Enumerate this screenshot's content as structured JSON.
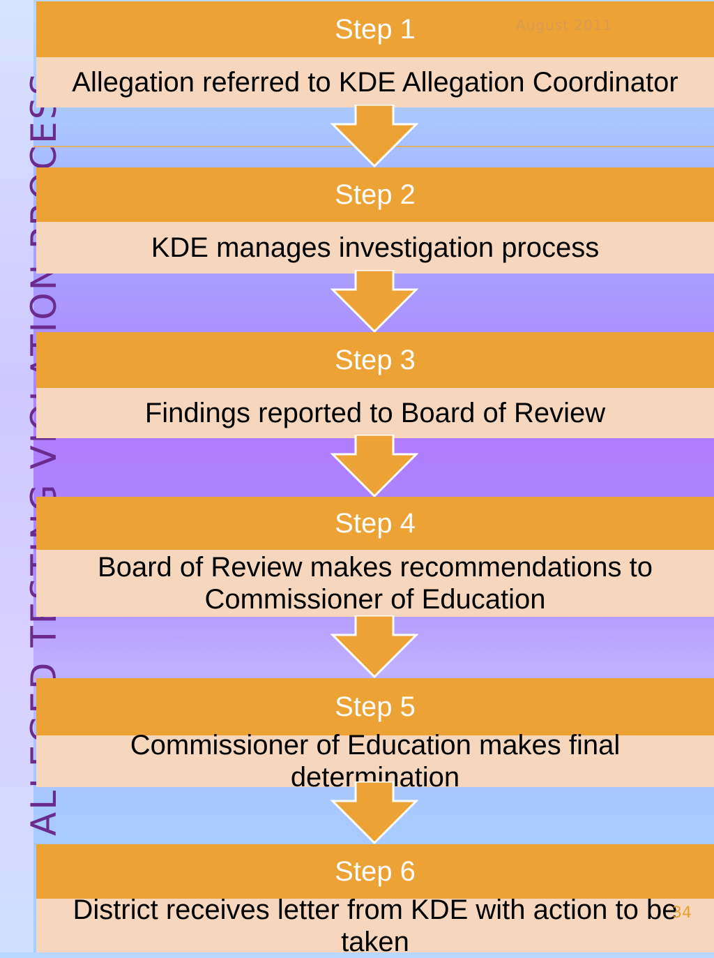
{
  "sidebar": {
    "title": "ALLEGED TESTING VIOLATION PROCESS"
  },
  "header": {
    "date": "August 2011"
  },
  "footer": {
    "page_number": "34"
  },
  "steps": [
    {
      "label": "Step 1",
      "text": "Allegation referred to KDE Allegation Coordinator"
    },
    {
      "label": "Step 2",
      "text": "KDE manages investigation process"
    },
    {
      "label": "Step 3",
      "text": "Findings reported to Board of Review"
    },
    {
      "label": "Step 4",
      "text": "Board of Review makes recommendations to Commissioner of Education"
    },
    {
      "label": "Step 5",
      "text": "Commissioner of Education makes final determination"
    },
    {
      "label": "Step 6",
      "text": "District receives letter from KDE with action to be taken"
    }
  ],
  "colors": {
    "step_header": "#eca234",
    "step_body": "#f6d6bd",
    "arrow": "#eca234",
    "title": "#6a2a8e"
  }
}
